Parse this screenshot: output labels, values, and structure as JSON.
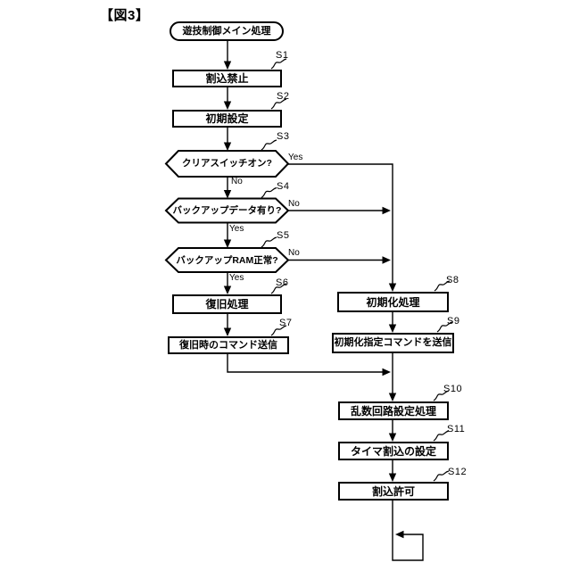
{
  "figure": {
    "label": "【図3】"
  },
  "nodes": {
    "start": {
      "label": "遊技制御メイン処理",
      "type": "terminal"
    },
    "s1": {
      "step": "S1",
      "label": "割込禁止",
      "type": "process"
    },
    "s2": {
      "step": "S2",
      "label": "初期設定",
      "type": "process"
    },
    "s3": {
      "step": "S3",
      "label": "クリアスイッチオン?",
      "type": "decision"
    },
    "s4": {
      "step": "S4",
      "label": "バックアップデータ有り?",
      "type": "decision"
    },
    "s5": {
      "step": "S5",
      "label": "バックアップRAM正常?",
      "type": "decision"
    },
    "s6": {
      "step": "S6",
      "label": "復旧処理",
      "type": "process"
    },
    "s7": {
      "step": "S7",
      "label": "復旧時のコマンド送信",
      "type": "process"
    },
    "s8": {
      "step": "S8",
      "label": "初期化処理",
      "type": "process"
    },
    "s9": {
      "step": "S9",
      "label": "初期化指定コマンドを送信",
      "type": "process"
    },
    "s10": {
      "step": "S10",
      "label": "乱数回路設定処理",
      "type": "process"
    },
    "s11": {
      "step": "S11",
      "label": "タイマ割込の設定",
      "type": "process"
    },
    "s12": {
      "step": "S12",
      "label": "割込許可",
      "type": "process"
    }
  },
  "branch_labels": {
    "s3_yes": "Yes",
    "s3_no": "No",
    "s4_yes": "Yes",
    "s4_no": "No",
    "s5_yes": "Yes",
    "s5_no": "No"
  },
  "flow": [
    {
      "from": "start",
      "to": "s1"
    },
    {
      "from": "s1",
      "to": "s2"
    },
    {
      "from": "s2",
      "to": "s3"
    },
    {
      "from": "s3",
      "to": "s4",
      "label": "No"
    },
    {
      "from": "s3",
      "to": "s8",
      "label": "Yes"
    },
    {
      "from": "s4",
      "to": "s5",
      "label": "Yes"
    },
    {
      "from": "s4",
      "to": "s8",
      "label": "No"
    },
    {
      "from": "s5",
      "to": "s6",
      "label": "Yes"
    },
    {
      "from": "s5",
      "to": "s8",
      "label": "No"
    },
    {
      "from": "s6",
      "to": "s7"
    },
    {
      "from": "s7",
      "to": "s10"
    },
    {
      "from": "s8",
      "to": "s9"
    },
    {
      "from": "s9",
      "to": "s10"
    },
    {
      "from": "s10",
      "to": "s11"
    },
    {
      "from": "s11",
      "to": "s12"
    },
    {
      "from": "s12",
      "to": "loop-back"
    }
  ],
  "colors": {
    "line": "#000000",
    "background": "#ffffff"
  }
}
